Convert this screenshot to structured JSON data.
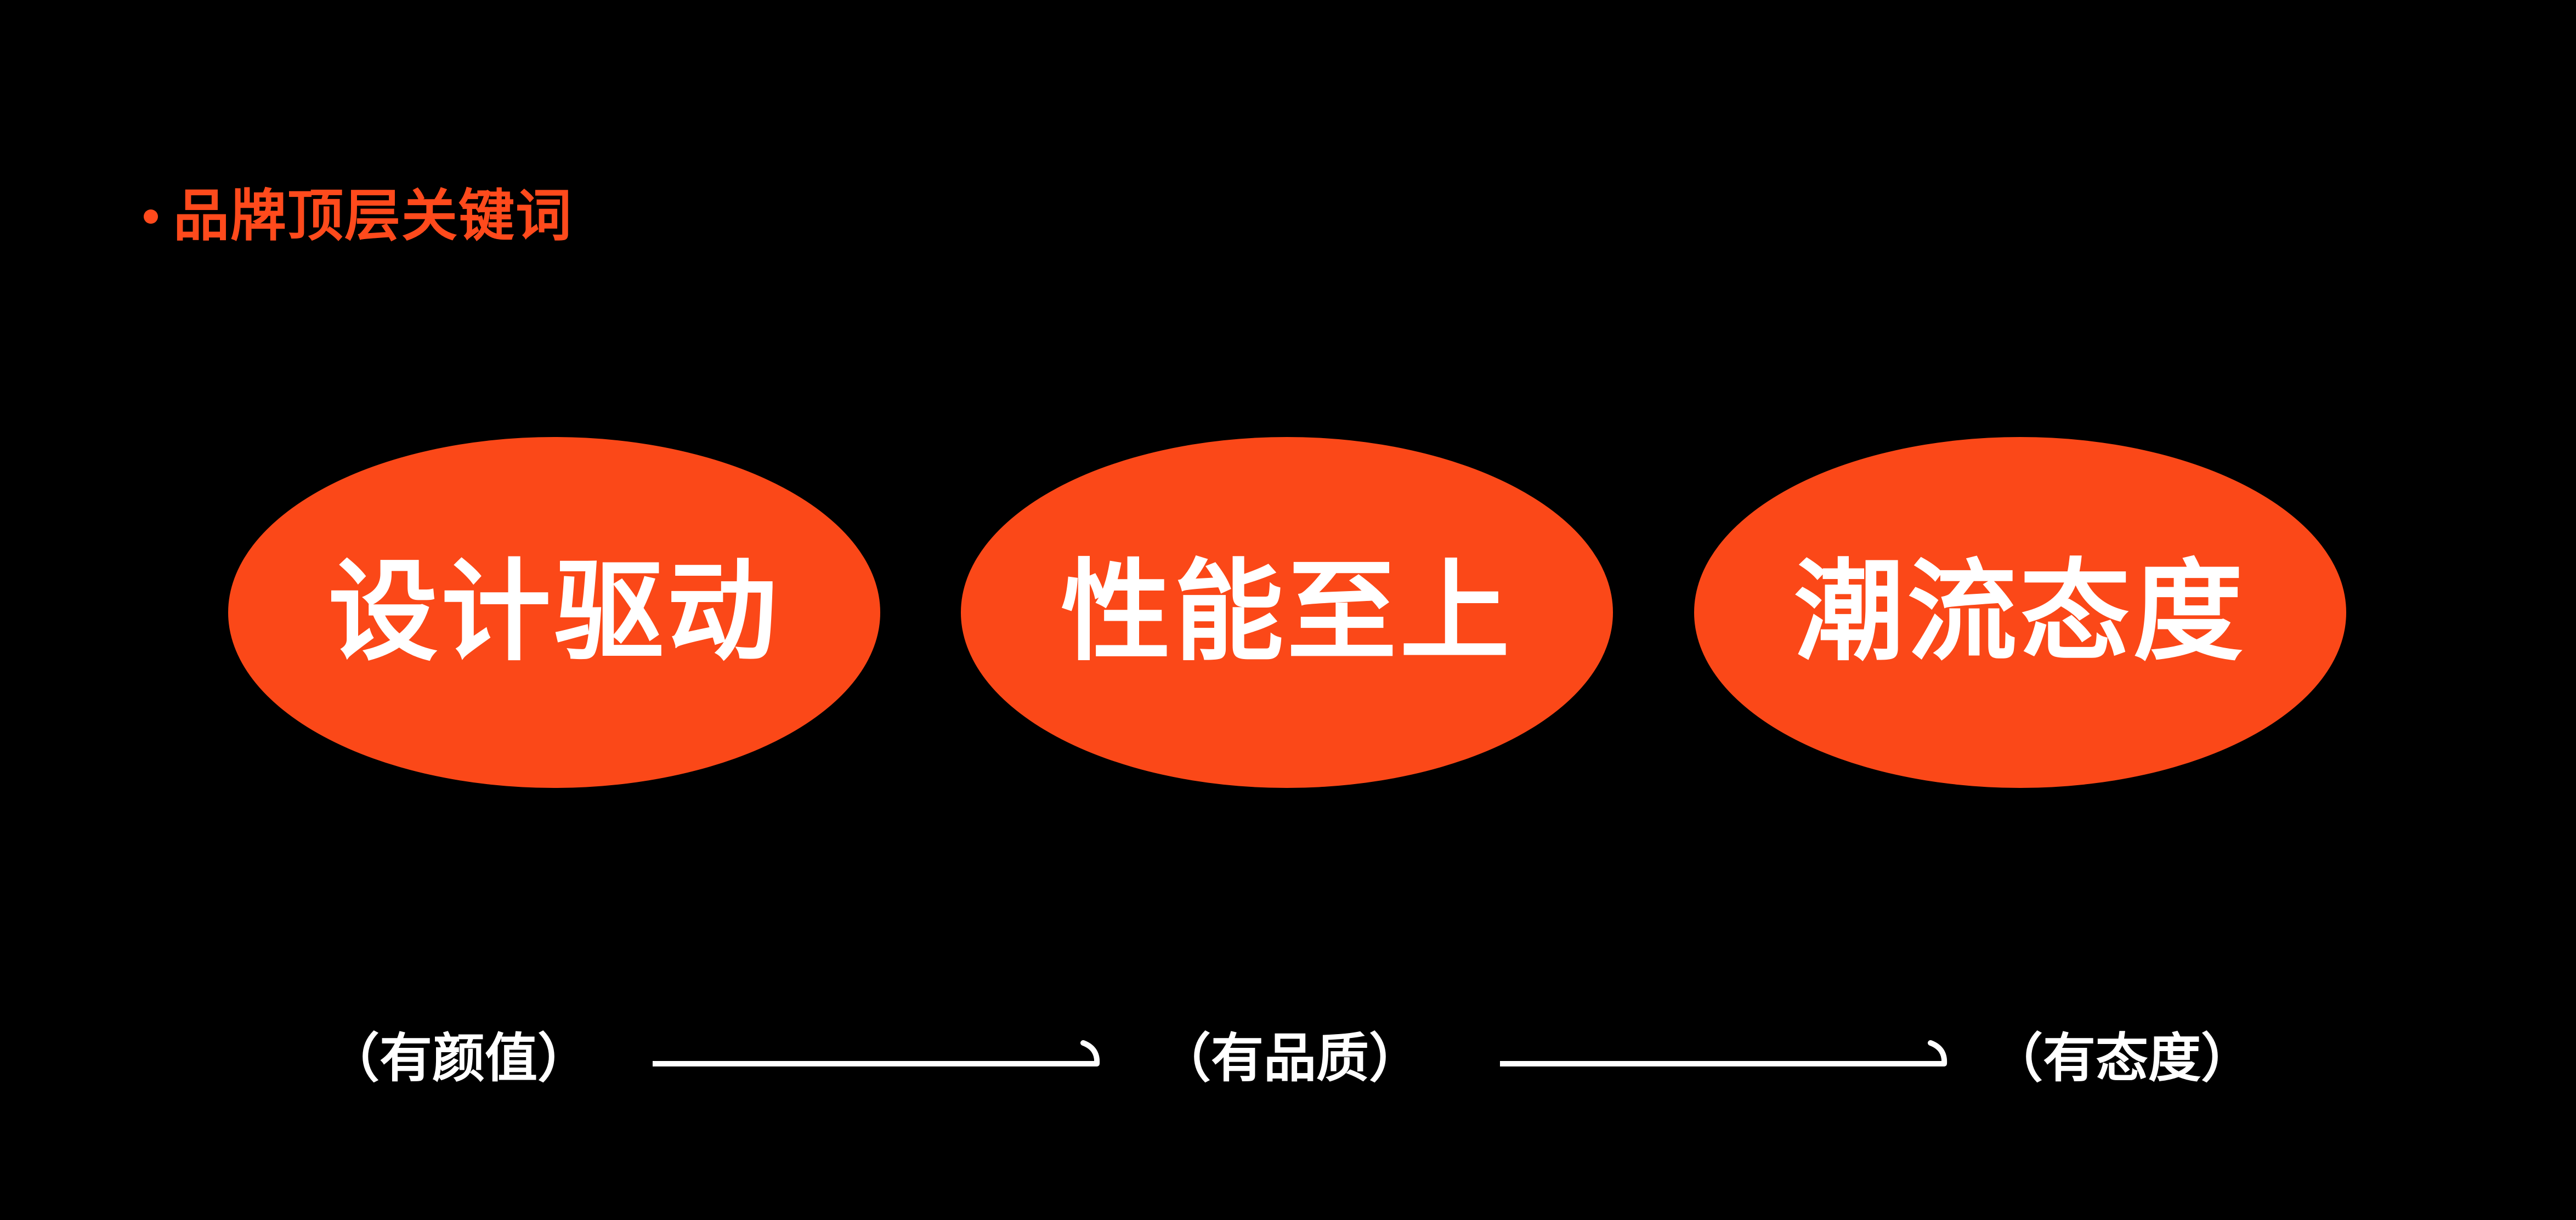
{
  "heading": {
    "text": "品牌顶层关键词"
  },
  "keywords": [
    {
      "label": "设计驱动",
      "sublabel": "（有颜值）"
    },
    {
      "label": "性能至上",
      "sublabel": "（有品质）"
    },
    {
      "label": "潮流态度",
      "sublabel": "（有态度）"
    }
  ],
  "colors": {
    "background": "#000000",
    "accent": "#FB4818",
    "text": "#FFFFFF"
  },
  "icons": {
    "bullet": "dot-bullet",
    "connector": "arrow-right-icon"
  }
}
